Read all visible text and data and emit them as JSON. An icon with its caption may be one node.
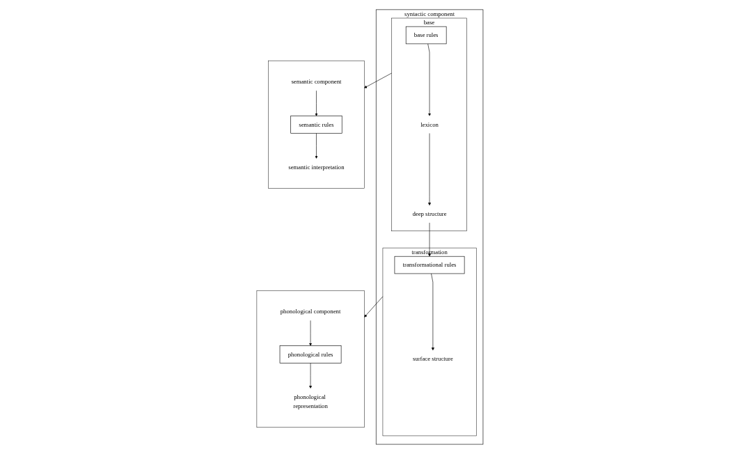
{
  "diagram": {
    "nodes": [
      {
        "text": [
          "syntactic component"
        ]
      },
      {
        "text": [
          "base"
        ],
        "in": 0
      },
      {
        "text": [
          "base rules"
        ],
        "in": 1
      },
      {
        "text": [
          "lexicon"
        ],
        "in": 1
      },
      {
        "text": [
          "deep structure"
        ],
        "in": 1
      },
      {
        "text": [
          "transformation"
        ],
        "in": 0
      },
      {
        "text": [
          "transformational rules"
        ],
        "in": 5
      },
      {
        "text": [
          "surface structure"
        ],
        "in": 5
      },
      {
        "text": [],
        "shape": "box"
      },
      {
        "text": [
          "semantic component"
        ],
        "in": 8
      },
      {
        "text": [
          "semantic rules"
        ],
        "in": 8
      },
      {
        "text": [
          "semantic interpretation"
        ],
        "in": 8
      },
      {
        "text": [],
        "shape": "box"
      },
      {
        "text": [
          "phonological component"
        ],
        "in": 12
      },
      {
        "text": [
          "phonological rules"
        ],
        "in": 12
      },
      {
        "text": [
          "phonological representation"
        ],
        "in": 12
      }
    ],
    "edges": [
      {
        "from": 2,
        "to": 3,
        "arrow": "to"
      },
      {
        "from": 3,
        "to": 4,
        "arrow": "to"
      },
      {
        "from": 4,
        "to": 6,
        "arrow": "to"
      },
      {
        "from": 6,
        "to": 7,
        "arrow": "to"
      },
      {
        "from": 1,
        "to": 8,
        "arrow": "to"
      },
      {
        "from": 5,
        "to": 12,
        "arrow": "to"
      },
      {
        "from": 9,
        "to": 10,
        "arrow": "to"
      },
      {
        "from": 10,
        "to": 11,
        "arrow": "to"
      },
      {
        "from": 13,
        "to": 14,
        "arrow": "to"
      },
      {
        "from": 14,
        "to": 15,
        "arrow": "to"
      }
    ]
  }
}
